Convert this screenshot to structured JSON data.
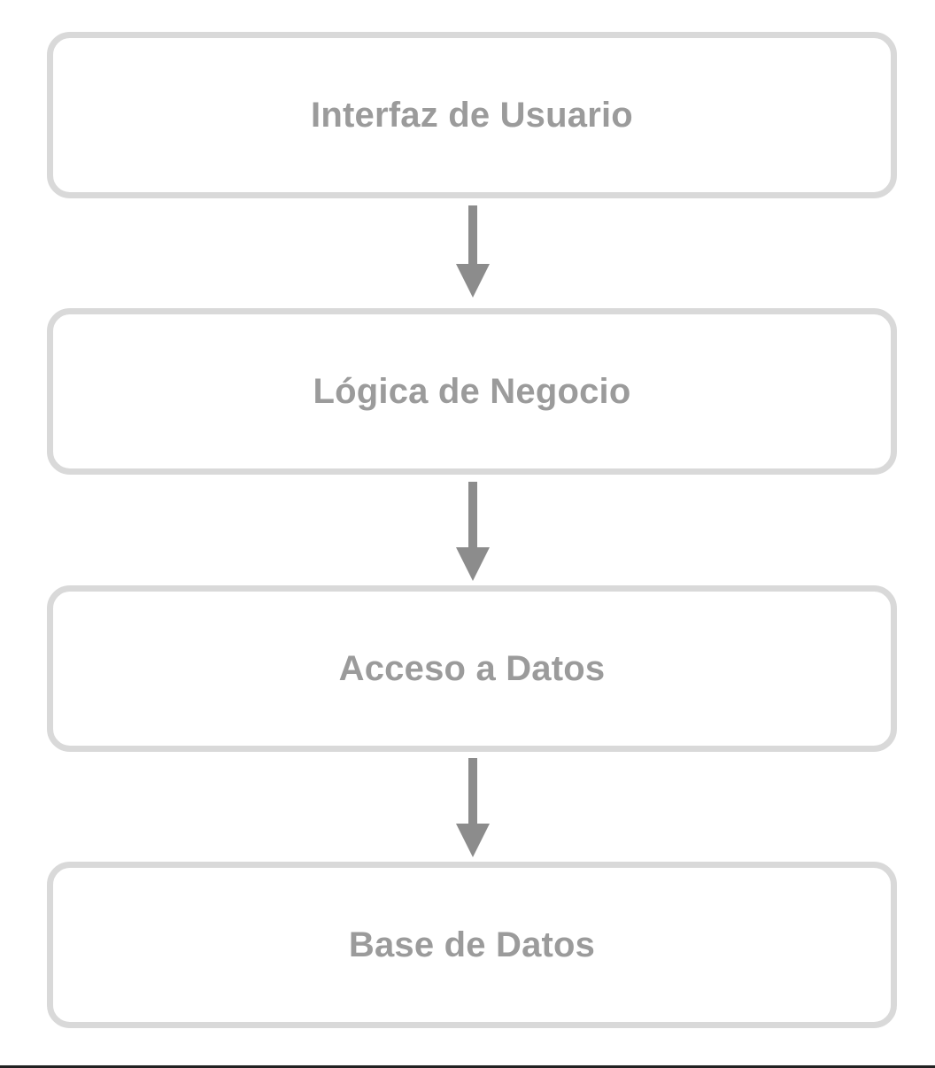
{
  "diagram": {
    "layers": [
      {
        "label": "Interfaz de Usuario"
      },
      {
        "label": "Lógica de Negocio"
      },
      {
        "label": "Acceso a Datos"
      },
      {
        "label": "Base de Datos"
      }
    ],
    "colors": {
      "box_border": "#d9d9d9",
      "label_text": "#9b9b9b",
      "arrow": "#8c8c8c",
      "background": "#ffffff"
    },
    "arrow_icon": "arrow-down-icon"
  }
}
